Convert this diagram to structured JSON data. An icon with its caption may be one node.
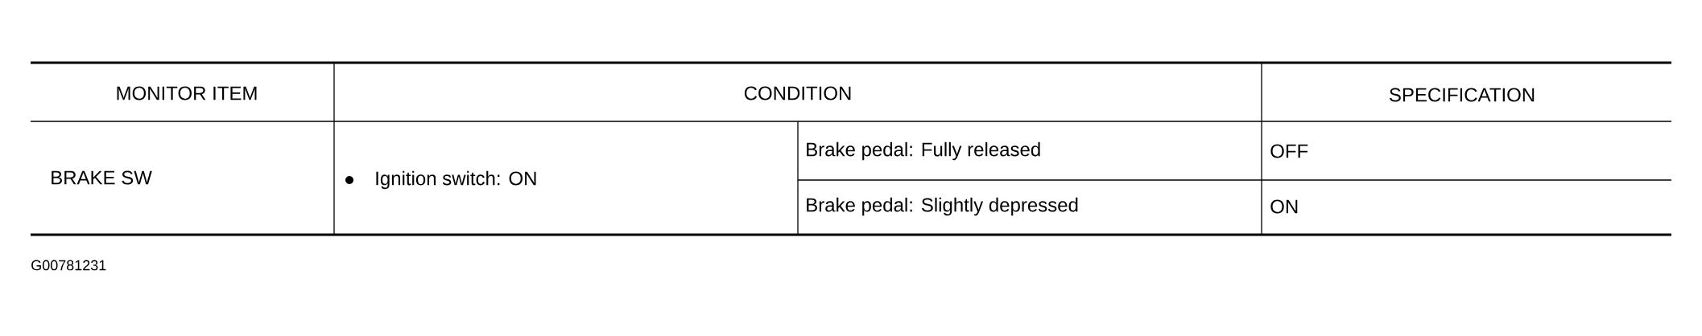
{
  "diagram": {
    "labels": [
      "MONITOR ITEM",
      "CONDITION",
      "SPECIFICATION",
      "BRAKE SW",
      "Ignition switch: ON",
      "Brake pedal: Fully released",
      "OFF",
      "Brake pedal: Slightly depressed",
      "ON",
      "G00781231"
    ]
  }
}
